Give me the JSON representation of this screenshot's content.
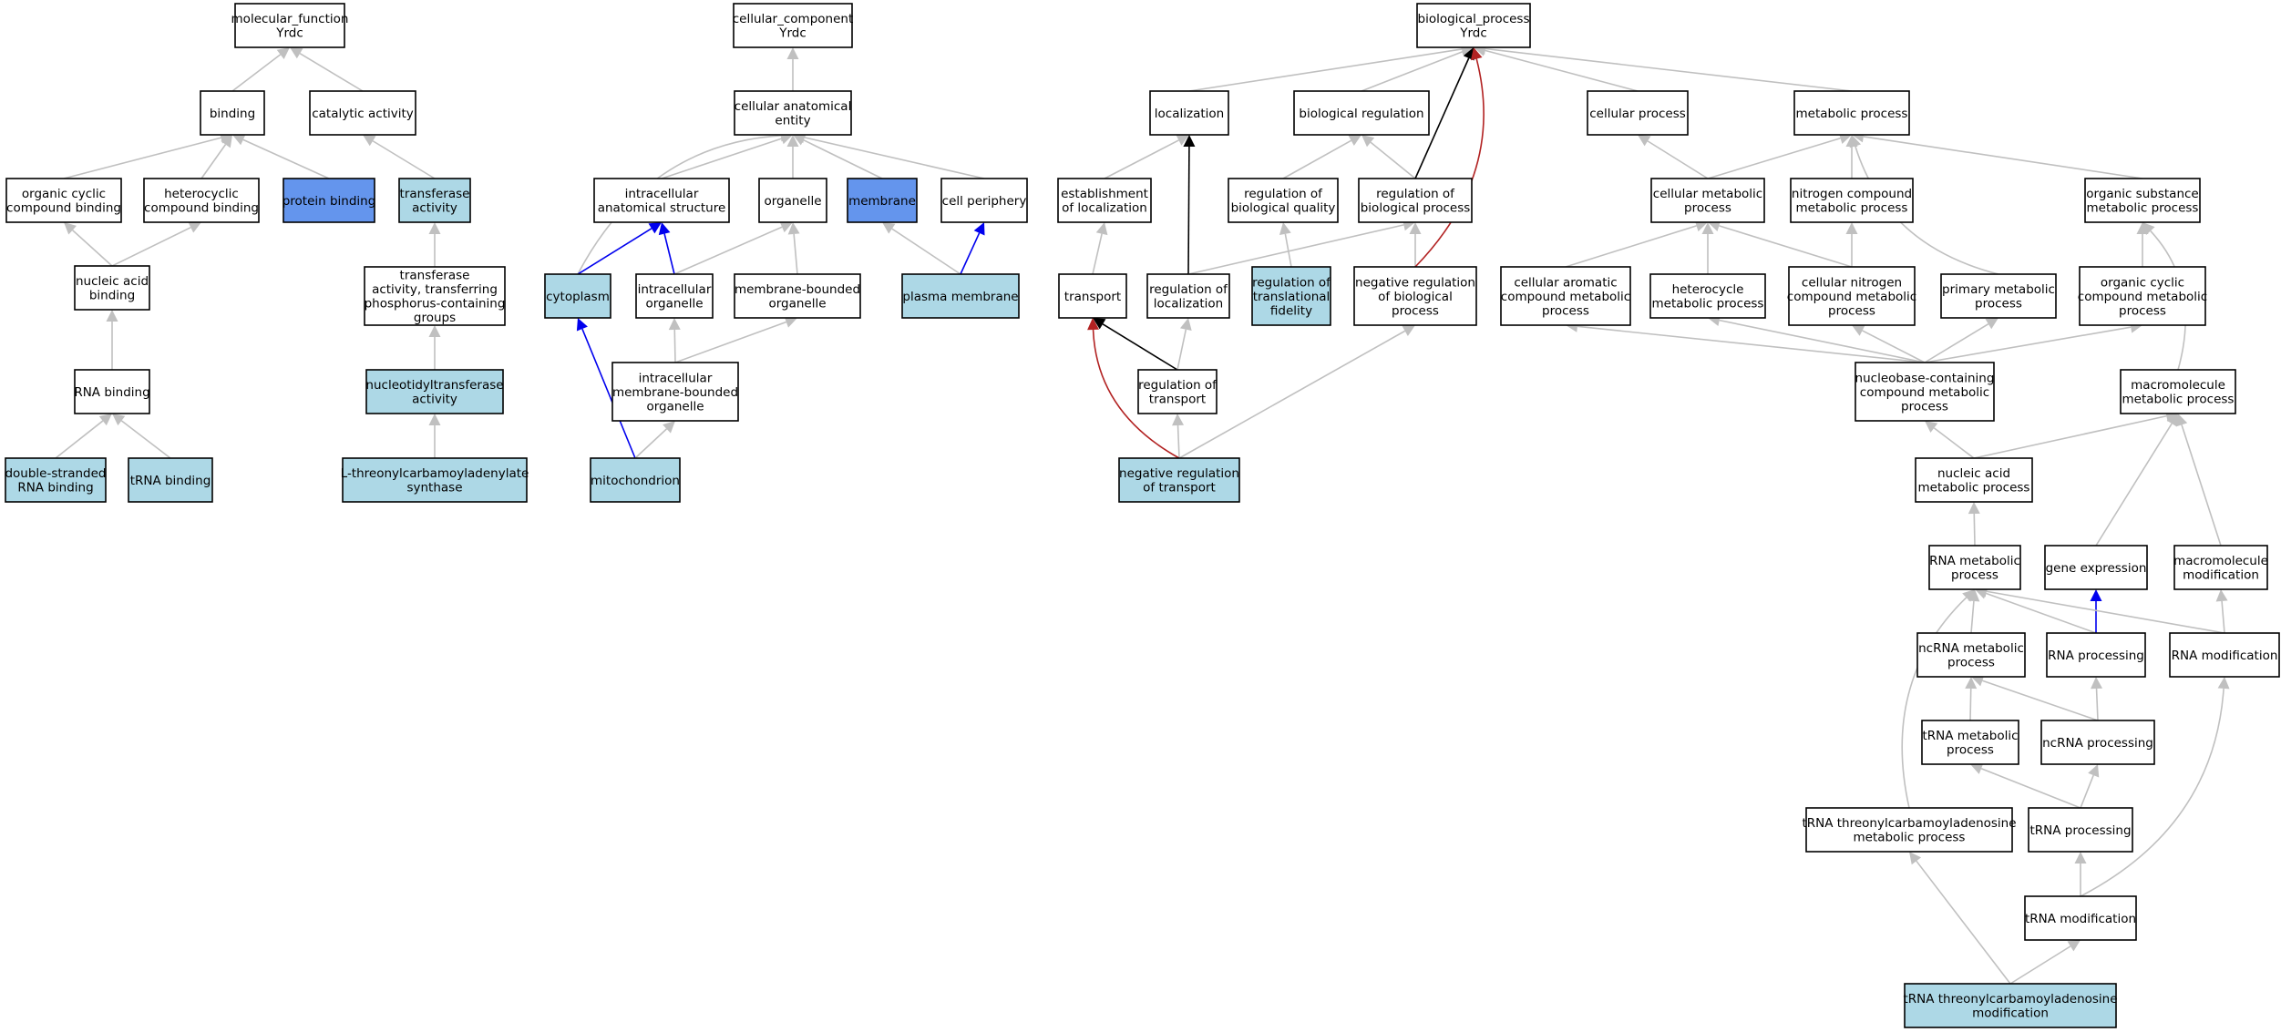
{
  "colors": {
    "default": "#ffffff",
    "light": "#add8e6",
    "strong": "#6495ed",
    "edge_gray": "#c0c0c0",
    "edge_black": "#000000",
    "edge_blue": "#0000ee",
    "edge_red": "#b22222"
  },
  "nodes": [
    {
      "id": "mf",
      "lines": [
        "molecular_function",
        "Yrdc"
      ],
      "fill": "default"
    },
    {
      "id": "binding",
      "lines": [
        "binding"
      ],
      "fill": "default"
    },
    {
      "id": "catalytic",
      "lines": [
        "catalytic activity"
      ],
      "fill": "default"
    },
    {
      "id": "orgcyc_bind",
      "lines": [
        "organic cyclic",
        "compound binding"
      ],
      "fill": "default"
    },
    {
      "id": "hetcyc_bind",
      "lines": [
        "heterocyclic",
        "compound binding"
      ],
      "fill": "default"
    },
    {
      "id": "protein_bind",
      "lines": [
        "protein binding"
      ],
      "fill": "strong"
    },
    {
      "id": "transferase",
      "lines": [
        "transferase",
        "activity"
      ],
      "fill": "light"
    },
    {
      "id": "na_bind",
      "lines": [
        "nucleic acid",
        "binding"
      ],
      "fill": "default"
    },
    {
      "id": "transf_phos",
      "lines": [
        "transferase",
        "activity, transferring",
        "phosphorus-containing",
        "groups"
      ],
      "fill": "default"
    },
    {
      "id": "rna_bind",
      "lines": [
        "RNA binding"
      ],
      "fill": "default"
    },
    {
      "id": "nucleotidyl",
      "lines": [
        "nucleotidyltransferase",
        "activity"
      ],
      "fill": "light"
    },
    {
      "id": "ds_rna",
      "lines": [
        "double-stranded",
        "RNA binding"
      ],
      "fill": "light"
    },
    {
      "id": "trna_bind",
      "lines": [
        "tRNA binding"
      ],
      "fill": "light"
    },
    {
      "id": "lthreo",
      "lines": [
        "L-threonylcarbamoyladenylate",
        "synthase"
      ],
      "fill": "light"
    },
    {
      "id": "cc",
      "lines": [
        "cellular_component",
        "Yrdc"
      ],
      "fill": "default"
    },
    {
      "id": "cae",
      "lines": [
        "cellular anatomical",
        "entity"
      ],
      "fill": "default"
    },
    {
      "id": "ias",
      "lines": [
        "intracellular",
        "anatomical structure"
      ],
      "fill": "default"
    },
    {
      "id": "organelle",
      "lines": [
        "organelle"
      ],
      "fill": "default"
    },
    {
      "id": "membrane",
      "lines": [
        "membrane"
      ],
      "fill": "strong"
    },
    {
      "id": "cellper",
      "lines": [
        "cell periphery"
      ],
      "fill": "default"
    },
    {
      "id": "cytoplasm",
      "lines": [
        "cytoplasm"
      ],
      "fill": "light"
    },
    {
      "id": "intra_org",
      "lines": [
        "intracellular",
        "organelle"
      ],
      "fill": "default"
    },
    {
      "id": "mbo",
      "lines": [
        "membrane-bounded",
        "organelle"
      ],
      "fill": "default"
    },
    {
      "id": "plasma_mem",
      "lines": [
        "plasma membrane"
      ],
      "fill": "light"
    },
    {
      "id": "imbo",
      "lines": [
        "intracellular",
        "membrane-bounded",
        "organelle"
      ],
      "fill": "default"
    },
    {
      "id": "mito",
      "lines": [
        "mitochondrion"
      ],
      "fill": "light"
    },
    {
      "id": "bp",
      "lines": [
        "biological_process",
        "Yrdc"
      ],
      "fill": "default"
    },
    {
      "id": "localization",
      "lines": [
        "localization"
      ],
      "fill": "default"
    },
    {
      "id": "bioreg",
      "lines": [
        "biological regulation"
      ],
      "fill": "default"
    },
    {
      "id": "cellproc",
      "lines": [
        "cellular process"
      ],
      "fill": "default"
    },
    {
      "id": "metproc",
      "lines": [
        "metabolic process"
      ],
      "fill": "default"
    },
    {
      "id": "estloc",
      "lines": [
        "establishment",
        "of localization"
      ],
      "fill": "default"
    },
    {
      "id": "regbq",
      "lines": [
        "regulation of",
        "biological quality"
      ],
      "fill": "default"
    },
    {
      "id": "regbp",
      "lines": [
        "regulation of",
        "biological process"
      ],
      "fill": "default"
    },
    {
      "id": "cellmet",
      "lines": [
        "cellular metabolic",
        "process"
      ],
      "fill": "default"
    },
    {
      "id": "nitromet",
      "lines": [
        "nitrogen compound",
        "metabolic process"
      ],
      "fill": "default"
    },
    {
      "id": "orgsubst",
      "lines": [
        "organic substance",
        "metabolic process"
      ],
      "fill": "default"
    },
    {
      "id": "transport",
      "lines": [
        "transport"
      ],
      "fill": "default"
    },
    {
      "id": "regloc",
      "lines": [
        "regulation of",
        "localization"
      ],
      "fill": "default"
    },
    {
      "id": "regtransfid",
      "lines": [
        "regulation of",
        "translational",
        "fidelity"
      ],
      "fill": "light"
    },
    {
      "id": "negregbp",
      "lines": [
        "negative regulation",
        "of biological",
        "process"
      ],
      "fill": "default"
    },
    {
      "id": "cellarom",
      "lines": [
        "cellular aromatic",
        "compound metabolic",
        "process"
      ],
      "fill": "default"
    },
    {
      "id": "hetcycmet",
      "lines": [
        "heterocycle",
        "metabolic process"
      ],
      "fill": "default"
    },
    {
      "id": "cellnitro",
      "lines": [
        "cellular nitrogen",
        "compound metabolic",
        "process"
      ],
      "fill": "default"
    },
    {
      "id": "primmet",
      "lines": [
        "primary metabolic",
        "process"
      ],
      "fill": "default"
    },
    {
      "id": "orgcycmet",
      "lines": [
        "organic cyclic",
        "compound metabolic",
        "process"
      ],
      "fill": "default"
    },
    {
      "id": "regtransport",
      "lines": [
        "regulation of",
        "transport"
      ],
      "fill": "default"
    },
    {
      "id": "nucbase",
      "lines": [
        "nucleobase-containing",
        "compound metabolic",
        "process"
      ],
      "fill": "default"
    },
    {
      "id": "macromet",
      "lines": [
        "macromolecule",
        "metabolic process"
      ],
      "fill": "default"
    },
    {
      "id": "negregtransport",
      "lines": [
        "negative regulation",
        "of transport"
      ],
      "fill": "light"
    },
    {
      "id": "namet",
      "lines": [
        "nucleic acid",
        "metabolic process"
      ],
      "fill": "default"
    },
    {
      "id": "rnamet",
      "lines": [
        "RNA metabolic",
        "process"
      ],
      "fill": "default"
    },
    {
      "id": "geneexp",
      "lines": [
        "gene expression"
      ],
      "fill": "default"
    },
    {
      "id": "macromod",
      "lines": [
        "macromolecule",
        "modification"
      ],
      "fill": "default"
    },
    {
      "id": "ncrnamet",
      "lines": [
        "ncRNA metabolic",
        "process"
      ],
      "fill": "default"
    },
    {
      "id": "rnaproc",
      "lines": [
        "RNA processing"
      ],
      "fill": "default"
    },
    {
      "id": "rnamod",
      "lines": [
        "RNA modification"
      ],
      "fill": "default"
    },
    {
      "id": "trnamet",
      "lines": [
        "tRNA metabolic",
        "process"
      ],
      "fill": "default"
    },
    {
      "id": "ncrnaproc",
      "lines": [
        "ncRNA processing"
      ],
      "fill": "default"
    },
    {
      "id": "trnathreomet",
      "lines": [
        "tRNA threonylcarbamoyladenosine",
        "metabolic process"
      ],
      "fill": "default"
    },
    {
      "id": "trnaproc",
      "lines": [
        "tRNA processing"
      ],
      "fill": "default"
    },
    {
      "id": "trnamod",
      "lines": [
        "tRNA modification"
      ],
      "fill": "default"
    },
    {
      "id": "trnathreomod",
      "lines": [
        "tRNA threonylcarbamoyladenosine",
        "modification"
      ],
      "fill": "light"
    }
  ],
  "edges": [
    {
      "from": "binding",
      "to": "mf",
      "color": "edge_gray"
    },
    {
      "from": "catalytic",
      "to": "mf",
      "color": "edge_gray"
    },
    {
      "from": "orgcyc_bind",
      "to": "binding",
      "color": "edge_gray"
    },
    {
      "from": "hetcyc_bind",
      "to": "binding",
      "color": "edge_gray"
    },
    {
      "from": "protein_bind",
      "to": "binding",
      "color": "edge_gray"
    },
    {
      "from": "transferase",
      "to": "catalytic",
      "color": "edge_gray"
    },
    {
      "from": "na_bind",
      "to": "orgcyc_bind",
      "color": "edge_gray"
    },
    {
      "from": "na_bind",
      "to": "hetcyc_bind",
      "color": "edge_gray"
    },
    {
      "from": "transf_phos",
      "to": "transferase",
      "color": "edge_gray"
    },
    {
      "from": "rna_bind",
      "to": "na_bind",
      "color": "edge_gray"
    },
    {
      "from": "nucleotidyl",
      "to": "transf_phos",
      "color": "edge_gray"
    },
    {
      "from": "ds_rna",
      "to": "rna_bind",
      "color": "edge_gray"
    },
    {
      "from": "trna_bind",
      "to": "rna_bind",
      "color": "edge_gray"
    },
    {
      "from": "lthreo",
      "to": "nucleotidyl",
      "color": "edge_gray"
    },
    {
      "from": "cae",
      "to": "cc",
      "color": "edge_gray"
    },
    {
      "from": "ias",
      "to": "cae",
      "color": "edge_gray"
    },
    {
      "from": "organelle",
      "to": "cae",
      "color": "edge_gray"
    },
    {
      "from": "membrane",
      "to": "cae",
      "color": "edge_gray"
    },
    {
      "from": "cellper",
      "to": "cae",
      "color": "edge_gray"
    },
    {
      "from": "cytoplasm",
      "to": "cae",
      "color": "edge_gray",
      "curve": "left"
    },
    {
      "from": "cytoplasm",
      "to": "ias",
      "color": "edge_blue"
    },
    {
      "from": "intra_org",
      "to": "ias",
      "color": "edge_blue"
    },
    {
      "from": "intra_org",
      "to": "organelle",
      "color": "edge_gray"
    },
    {
      "from": "mbo",
      "to": "organelle",
      "color": "edge_gray"
    },
    {
      "from": "plasma_mem",
      "to": "membrane",
      "color": "edge_gray"
    },
    {
      "from": "plasma_mem",
      "to": "cellper",
      "color": "edge_blue"
    },
    {
      "from": "imbo",
      "to": "intra_org",
      "color": "edge_gray"
    },
    {
      "from": "imbo",
      "to": "mbo",
      "color": "edge_gray"
    },
    {
      "from": "mito",
      "to": "cytoplasm",
      "color": "edge_blue"
    },
    {
      "from": "mito",
      "to": "imbo",
      "color": "edge_gray"
    },
    {
      "from": "localization",
      "to": "bp",
      "color": "edge_gray"
    },
    {
      "from": "bioreg",
      "to": "bp",
      "color": "edge_gray"
    },
    {
      "from": "cellproc",
      "to": "bp",
      "color": "edge_gray"
    },
    {
      "from": "metproc",
      "to": "bp",
      "color": "edge_gray"
    },
    {
      "from": "estloc",
      "to": "localization",
      "color": "edge_gray"
    },
    {
      "from": "regbq",
      "to": "bioreg",
      "color": "edge_gray"
    },
    {
      "from": "regbp",
      "to": "bioreg",
      "color": "edge_gray"
    },
    {
      "from": "regbp",
      "to": "bp",
      "color": "edge_black"
    },
    {
      "from": "cellmet",
      "to": "cellproc",
      "color": "edge_gray"
    },
    {
      "from": "cellmet",
      "to": "metproc",
      "color": "edge_gray"
    },
    {
      "from": "nitromet",
      "to": "metproc",
      "color": "edge_gray"
    },
    {
      "from": "orgsubst",
      "to": "metproc",
      "color": "edge_gray"
    },
    {
      "from": "transport",
      "to": "estloc",
      "color": "edge_gray"
    },
    {
      "from": "regloc",
      "to": "localization",
      "color": "edge_black"
    },
    {
      "from": "regloc",
      "to": "regbp",
      "color": "edge_gray"
    },
    {
      "from": "regtransfid",
      "to": "regbq",
      "color": "edge_gray"
    },
    {
      "from": "negregbp",
      "to": "regbp",
      "color": "edge_gray"
    },
    {
      "from": "negregbp",
      "to": "bp",
      "color": "edge_red",
      "curve": "right"
    },
    {
      "from": "cellarom",
      "to": "cellmet",
      "color": "edge_gray"
    },
    {
      "from": "hetcycmet",
      "to": "cellmet",
      "color": "edge_gray"
    },
    {
      "from": "cellnitro",
      "to": "cellmet",
      "color": "edge_gray"
    },
    {
      "from": "cellnitro",
      "to": "nitromet",
      "color": "edge_gray"
    },
    {
      "from": "primmet",
      "to": "metproc",
      "color": "edge_gray",
      "curve": "left"
    },
    {
      "from": "orgcycmet",
      "to": "orgsubst",
      "color": "edge_gray"
    },
    {
      "from": "regtransport",
      "to": "transport",
      "color": "edge_black"
    },
    {
      "from": "regtransport",
      "to": "regloc",
      "color": "edge_gray"
    },
    {
      "from": "nucbase",
      "to": "cellarom",
      "color": "edge_gray"
    },
    {
      "from": "nucbase",
      "to": "hetcycmet",
      "color": "edge_gray"
    },
    {
      "from": "nucbase",
      "to": "cellnitro",
      "color": "edge_gray"
    },
    {
      "from": "nucbase",
      "to": "primmet",
      "color": "edge_gray"
    },
    {
      "from": "nucbase",
      "to": "orgcycmet",
      "color": "edge_gray"
    },
    {
      "from": "macromet",
      "to": "orgsubst",
      "color": "edge_gray",
      "curve": "right"
    },
    {
      "from": "negregtransport",
      "to": "regtransport",
      "color": "edge_gray"
    },
    {
      "from": "negregtransport",
      "to": "transport",
      "color": "edge_red",
      "curve": "left"
    },
    {
      "from": "negregtransport",
      "to": "negregbp",
      "color": "edge_gray"
    },
    {
      "from": "namet",
      "to": "nucbase",
      "color": "edge_gray"
    },
    {
      "from": "namet",
      "to": "macromet",
      "color": "edge_gray"
    },
    {
      "from": "rnamet",
      "to": "namet",
      "color": "edge_gray"
    },
    {
      "from": "geneexp",
      "to": "macromet",
      "color": "edge_gray"
    },
    {
      "from": "macromod",
      "to": "macromet",
      "color": "edge_gray"
    },
    {
      "from": "ncrnamet",
      "to": "rnamet",
      "color": "edge_gray"
    },
    {
      "from": "rnaproc",
      "to": "rnamet",
      "color": "edge_gray"
    },
    {
      "from": "rnaproc",
      "to": "geneexp",
      "color": "edge_blue"
    },
    {
      "from": "rnamod",
      "to": "rnamet",
      "color": "edge_gray"
    },
    {
      "from": "rnamod",
      "to": "macromod",
      "color": "edge_gray"
    },
    {
      "from": "trnamet",
      "to": "ncrnamet",
      "color": "edge_gray"
    },
    {
      "from": "ncrnaproc",
      "to": "ncrnamet",
      "color": "edge_gray"
    },
    {
      "from": "ncrnaproc",
      "to": "rnaproc",
      "color": "edge_gray"
    },
    {
      "from": "trnathreomet",
      "to": "rnamet",
      "color": "edge_gray",
      "curve": "left"
    },
    {
      "from": "trnaproc",
      "to": "trnamet",
      "color": "edge_gray"
    },
    {
      "from": "trnaproc",
      "to": "ncrnaproc",
      "color": "edge_gray"
    },
    {
      "from": "trnamod",
      "to": "trnaproc",
      "color": "edge_gray"
    },
    {
      "from": "trnamod",
      "to": "rnamod",
      "color": "edge_gray",
      "curve": "right"
    },
    {
      "from": "trnathreomod",
      "to": "trnathreomet",
      "color": "edge_gray"
    },
    {
      "from": "trnathreomod",
      "to": "trnamod",
      "color": "edge_gray"
    }
  ]
}
